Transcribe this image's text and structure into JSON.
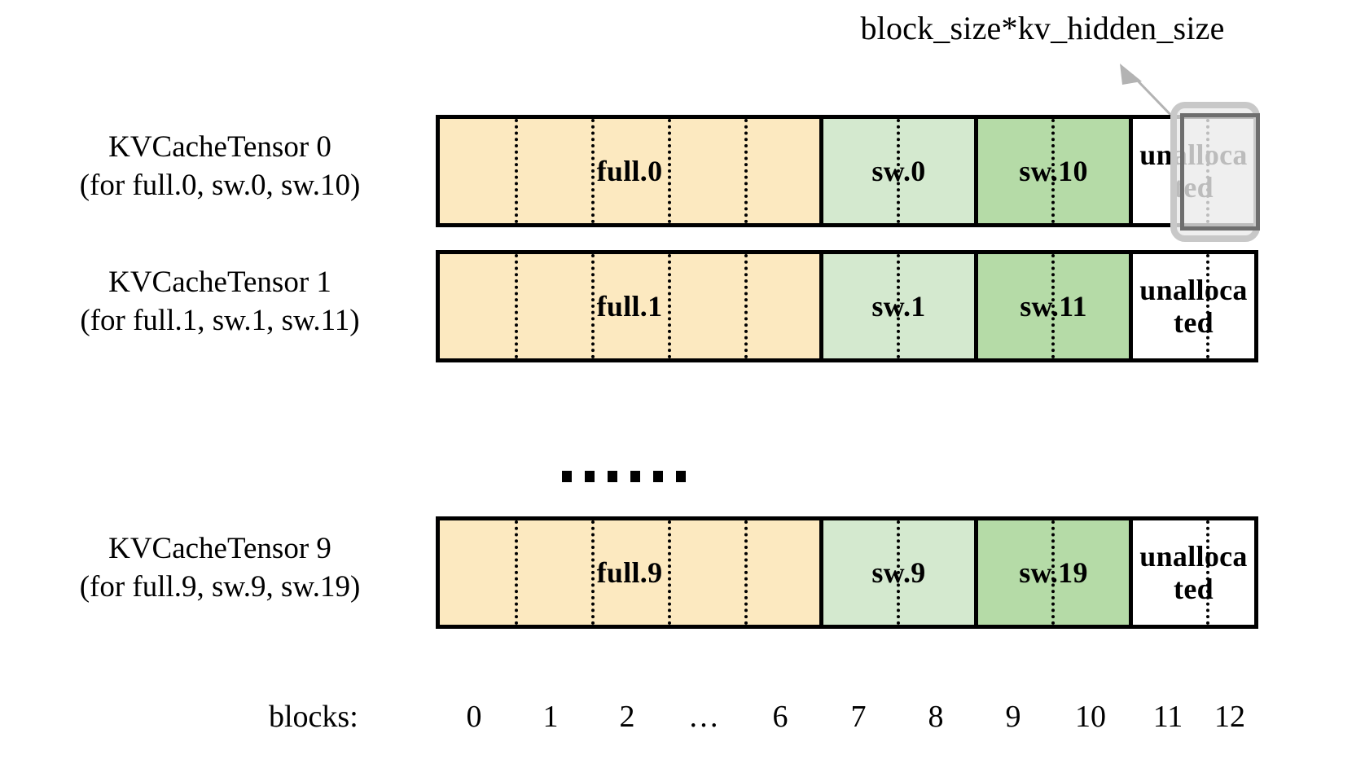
{
  "annotation": {
    "text": "block_size*kv_hidden_size",
    "arrow_color": "#b3b3b3"
  },
  "colors": {
    "full_fill": "#fce9c0",
    "sw_light_fill": "#d4e9cf",
    "sw_dark_fill": "#b5dba7",
    "unallocated_fill": "#ffffff",
    "border": "#000000",
    "highlight_outer": "#c8c8c8",
    "highlight_inner": "#6e6e6e"
  },
  "rows": [
    {
      "label_line1": "KVCacheTensor 0",
      "label_line2": "(for full.0, sw.0, sw.10)",
      "segments": [
        {
          "name": "full",
          "text": "full.0"
        },
        {
          "name": "sw-light",
          "text": "sw.0"
        },
        {
          "name": "sw-dark",
          "text": "sw.10"
        },
        {
          "name": "unallocated",
          "text": "unalloca ted"
        }
      ],
      "highlighted": true
    },
    {
      "label_line1": "KVCacheTensor 1",
      "label_line2": "(for full.1, sw.1, sw.11)",
      "segments": [
        {
          "name": "full",
          "text": "full.1"
        },
        {
          "name": "sw-light",
          "text": "sw.1"
        },
        {
          "name": "sw-dark",
          "text": "sw.11"
        },
        {
          "name": "unallocated",
          "text": "unalloca ted"
        }
      ],
      "highlighted": false
    },
    {
      "label_line1": "KVCacheTensor 9",
      "label_line2": "(for full.9, sw.9, sw.19)",
      "segments": [
        {
          "name": "full",
          "text": "full.9"
        },
        {
          "name": "sw-light",
          "text": "sw.9"
        },
        {
          "name": "sw-dark",
          "text": "sw.19"
        },
        {
          "name": "unallocated",
          "text": "unalloca ted"
        }
      ],
      "highlighted": false
    }
  ],
  "ellipsis": {
    "dot_count": 6
  },
  "axis": {
    "caption": "blocks:",
    "labels": [
      "0",
      "1",
      "2",
      "…",
      "6",
      "7",
      "8",
      "9",
      "10",
      "11",
      "12"
    ]
  }
}
